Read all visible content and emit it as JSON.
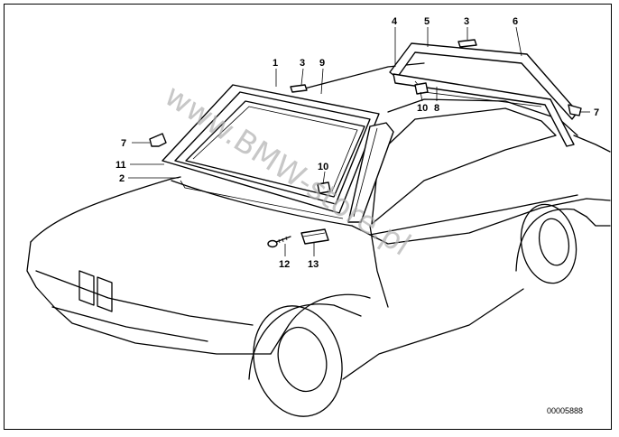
{
  "diagram": {
    "part_number": "00005888",
    "watermark": "www.BMW-store.pl",
    "callouts": [
      {
        "id": "c1",
        "label": "1"
      },
      {
        "id": "c3a",
        "label": "3"
      },
      {
        "id": "c9",
        "label": "9"
      },
      {
        "id": "c4",
        "label": "4"
      },
      {
        "id": "c5",
        "label": "5"
      },
      {
        "id": "c3b",
        "label": "3"
      },
      {
        "id": "c6",
        "label": "6"
      },
      {
        "id": "c7a",
        "label": "7"
      },
      {
        "id": "c11",
        "label": "11"
      },
      {
        "id": "c2",
        "label": "2"
      },
      {
        "id": "c10a",
        "label": "10"
      },
      {
        "id": "c10b",
        "label": "10"
      },
      {
        "id": "c8",
        "label": "8"
      },
      {
        "id": "c7b",
        "label": "7"
      },
      {
        "id": "c12",
        "label": "12"
      },
      {
        "id": "c13",
        "label": "13"
      }
    ]
  }
}
